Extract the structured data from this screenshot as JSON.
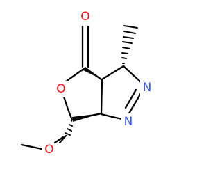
{
  "atoms": {
    "carbonyl_oxygen": {
      "symbol": "O",
      "color": "#ff0d0d"
    },
    "ring_oxygen": {
      "symbol": "O",
      "color": "#ff0d0d"
    },
    "methoxy_oxygen": {
      "symbol": "O",
      "color": "#ff0d0d"
    },
    "nitrogen_upper": {
      "symbol": "N",
      "color": "#3050f8"
    },
    "nitrogen_lower": {
      "symbol": "N",
      "color": "#3050f8"
    }
  },
  "colors": {
    "bond": "#000000",
    "oxygen": "#ff0d0d",
    "nitrogen": "#3050f8",
    "background": "#ffffff"
  }
}
